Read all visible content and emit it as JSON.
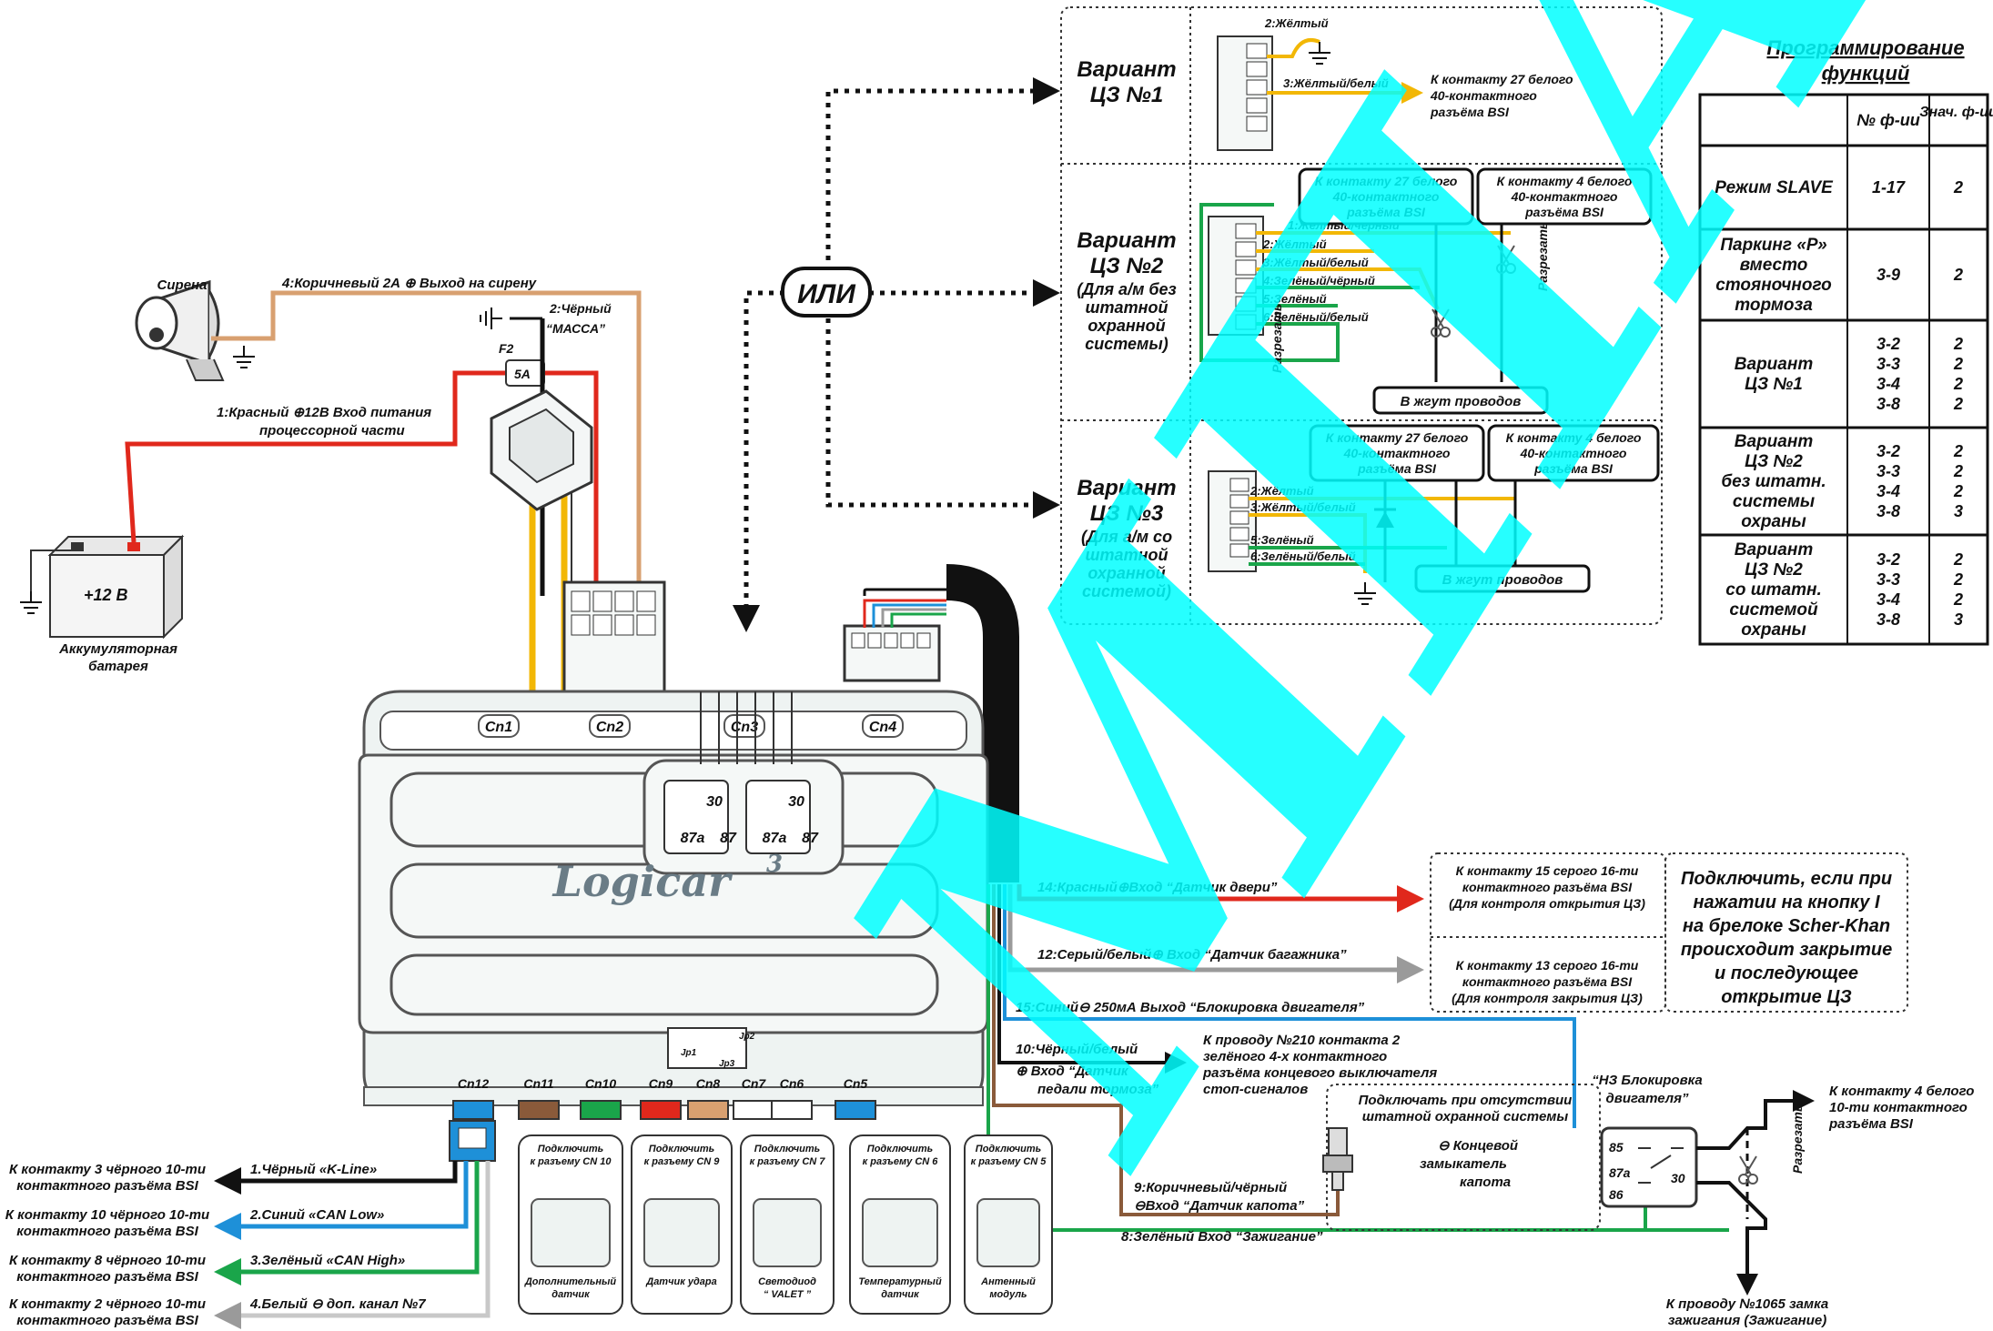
{
  "colors": {
    "red": "#e0281c",
    "yellow": "#f2b705",
    "black": "#111111",
    "blue": "#1e90d8",
    "green": "#1aa54a",
    "grey": "#9a9a9a",
    "brown": "#8a5a3a",
    "tan": "#d8a070",
    "lightgreen": "#93cf6a",
    "watermark": "#00ffff",
    "board": "#eef3f2",
    "case": "#f5f8f7",
    "outline": "#555555"
  },
  "icons": [
    "siren-icon",
    "battery-icon",
    "ground-icon",
    "fuse-icon",
    "relay-icon",
    "diode-icon",
    "scissors-icon",
    "hood-switch-icon"
  ],
  "watermark": "МПА",
  "left": {
    "siren": "Сирена",
    "battery_voltage": "+12 В",
    "battery_label": [
      "Аккумуляторная",
      "батарея"
    ],
    "fuse_ref": "F2",
    "fuse_rating": "5А",
    "wire1": [
      "1:Красный ⊕12В  Вход питания",
      "процессорной части"
    ],
    "wire2": [
      "2:Чёрный",
      "“МАССА”"
    ],
    "wire4": "4:Коричневый 2А ⊕  Выход на сирену"
  },
  "or_label": "ИЛИ",
  "module": {
    "logo": "Logicar",
    "logo_sup": "3",
    "top_conn": [
      "Cn1",
      "Cn2",
      "Cn3",
      "Cn4"
    ],
    "relay_pins": [
      "30",
      "87a",
      "87"
    ],
    "bottom_conn": [
      "Cn12",
      "Cn11",
      "Cn10",
      "Cn9",
      "Cn8",
      "Cn7",
      "Cn6",
      "Cn5"
    ],
    "jumpers": [
      "Jp1",
      "Jp2",
      "Jp3"
    ]
  },
  "accessories": [
    {
      "top": [
        "Подключить",
        "к разъему CN 10"
      ],
      "bottom": [
        "Дополнительный",
        "датчик"
      ]
    },
    {
      "top": [
        "Подключить",
        "к разъему CN 9"
      ],
      "bottom": [
        "Датчик удара"
      ]
    },
    {
      "top": [
        "Подключить",
        "к разъему CN 7"
      ],
      "bottom": [
        "Светодиод",
        "“ VALET ”"
      ]
    },
    {
      "top": [
        "Подключить",
        "к разъему CN 6"
      ],
      "bottom": [
        "Температурный",
        "датчик"
      ]
    },
    {
      "top": [
        "Подключить",
        "к разъему CN 5"
      ],
      "bottom": [
        "Антенный",
        "модуль"
      ]
    }
  ],
  "can_wires": [
    {
      "label": "1.Чёрный «K-Line»",
      "dest": [
        "К контакту 3 чёрного 10-ти",
        "контактного разъёма BSI"
      ]
    },
    {
      "label": "2.Синий «CAN Low»",
      "dest": [
        "К контакту 10 чёрного 10-ти",
        "контактного разъёма BSI"
      ]
    },
    {
      "label": "3.Зелёный «CAN High»",
      "dest": [
        "К контакту 8 чёрного 10-ти",
        "контактного разъёма BSI"
      ]
    },
    {
      "label": "4.Белый ⊖ доп. канал №7",
      "dest": [
        "К контакту 2 чёрного 10-ти",
        "контактного разъёма BSI"
      ]
    }
  ],
  "variants": [
    {
      "title": [
        "Вариант",
        "ЦЗ №1"
      ],
      "sub": [],
      "wires": [
        "2:Жёлтый",
        "3:Жёлтый/белый"
      ],
      "dest": [
        "К контакту 27 белого",
        "40-контактного",
        "разъёма BSI"
      ]
    },
    {
      "title": [
        "Вариант",
        "ЦЗ №2"
      ],
      "sub": [
        "(Для а/м без",
        "штатной",
        "охранной",
        "системы)"
      ],
      "wires": [
        "1:Жёлтый/чёрный",
        "2:Жёлтый",
        "3:Жёлтый/белый",
        "4:Зелёный/чёрный",
        "5:Зелёный",
        "6:Зелёный/белый"
      ],
      "box_a": [
        "К контакту 27 белого",
        "40-контактного",
        "разъёма BSI"
      ],
      "box_b": [
        "К контакту 4 белого",
        "40-контактного",
        "разъёма BSI"
      ],
      "cut": "Разрезать",
      "cut2": "Разрезать",
      "harness": "В жгут проводов"
    },
    {
      "title": [
        "Вариант",
        "ЦЗ №3"
      ],
      "sub": [
        "(Для а/м со",
        "штатной",
        "охранной",
        "системой)"
      ],
      "wires": [
        "2:Жёлтый",
        "3:Жёлтый/белый",
        "5:Зелёный",
        "6:Зелёный/белый"
      ],
      "box_a": [
        "К контакту 27 белого",
        "40-контактного",
        "разъёма BSI"
      ],
      "box_b": [
        "К контакту 4 белого",
        "40-контактного",
        "разъёма BSI"
      ],
      "harness": "В жгут проводов"
    }
  ],
  "programming": {
    "title": [
      "Программирование",
      "функций"
    ],
    "headers": [
      "",
      "№ ф-ии",
      "Знач. ф-ии"
    ],
    "rows": [
      {
        "name": [
          "Режим SLAVE"
        ],
        "fn": [
          "1-17"
        ],
        "val": [
          "2"
        ]
      },
      {
        "name": [
          "Паркинг «Р»",
          "вместо",
          "стояночного",
          "тормоза"
        ],
        "fn": [
          "3-9"
        ],
        "val": [
          "2"
        ]
      },
      {
        "name": [
          "Вариант",
          "ЦЗ №1"
        ],
        "fn": [
          "3-2",
          "3-3",
          "3-4",
          "3-8"
        ],
        "val": [
          "2",
          "2",
          "2",
          "2"
        ]
      },
      {
        "name": [
          "Вариант",
          "ЦЗ №2",
          "без штатн.",
          "системы",
          "охраны"
        ],
        "fn": [
          "3-2",
          "3-3",
          "3-4",
          "3-8"
        ],
        "val": [
          "2",
          "2",
          "2",
          "3"
        ]
      },
      {
        "name": [
          "Вариант",
          "ЦЗ №2",
          "со штатн.",
          "системой",
          "охраны"
        ],
        "fn": [
          "3-2",
          "3-3",
          "3-4",
          "3-8"
        ],
        "val": [
          "2",
          "2",
          "2",
          "3"
        ]
      }
    ]
  },
  "harness": {
    "w14": "14:Красный⊕Вход “Датчик двери”",
    "w12": "12:Серый/белый⊕ Вход “Датчик багажника”",
    "w15": "15:Синий⊖ 250мА  Выход “Блокировка двигателя”",
    "w10": [
      "10:Чёрный/белый",
      "⊕ Вход “Датчик",
      "педали тормоза”"
    ],
    "w10_dest": [
      "К проводу №210 контакта 2",
      "зелёного 4-х контактного",
      "разъёма концевого выключателя",
      "стоп-сигналов"
    ],
    "w9": [
      "9:Коричневый/чёрный",
      "⊖Вход “Датчик капота”"
    ],
    "w8": "8:Зелёный Вход “Зажигание”",
    "door_dest": [
      "К контакту 15 серого 16-ти",
      "контактного разъёма BSI",
      "(Для контроля открытия ЦЗ)"
    ],
    "trunk_dest": [
      "К контакту 13 серого 16-ти",
      "контактного разъёма BSI",
      "(Для контроля закрытия ЦЗ)"
    ],
    "note": [
      "Подключить, если при",
      "нажатии на кнопку I",
      "на брелоке Scher-Khan",
      "происходит закрытие",
      "и последующее",
      "открытие ЦЗ"
    ],
    "hood_note": [
      "Подключать при отсутствии",
      "штатной охранной системы"
    ],
    "hood_switch": [
      "⊖ Концевой",
      "замыкатель",
      "капота"
    ],
    "relay_title": [
      "“НЗ Блокировка",
      "двигателя”"
    ],
    "relay_pins": [
      "85",
      "87a",
      "86",
      "30"
    ],
    "relay_cut": "Разрезать",
    "relay_dest": [
      "К контакту 4 белого",
      "10-ти контактного",
      "разъёма BSI"
    ],
    "ign_dest": [
      "К проводу №1065 замка",
      "зажигания (Зажигание)"
    ]
  }
}
